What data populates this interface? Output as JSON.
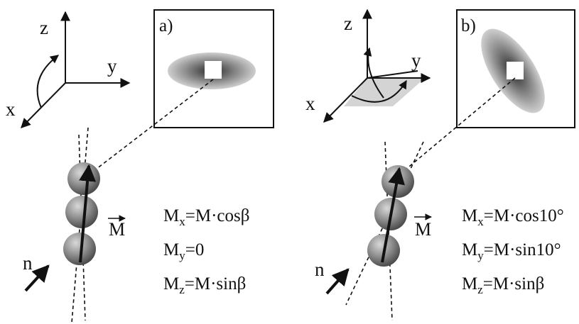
{
  "left": {
    "axes": {
      "x": "x",
      "y": "y",
      "z": "z"
    },
    "panel_label": "a)",
    "vector_label": "M",
    "n_label": "n",
    "equations": [
      {
        "lhs": "M",
        "sub": "x",
        "rhs": "=M·cosβ"
      },
      {
        "lhs": "M",
        "sub": "y",
        "rhs": "=0"
      },
      {
        "lhs": "M",
        "sub": "z",
        "rhs": "=M·sinβ"
      }
    ]
  },
  "right": {
    "axes": {
      "x": "x",
      "y": "y",
      "z": "z"
    },
    "panel_label": "b)",
    "vector_label": "M",
    "n_label": "n",
    "equations": [
      {
        "lhs": "M",
        "sub": "x",
        "rhs": "=M·cos10°"
      },
      {
        "lhs": "M",
        "sub": "y",
        "rhs": "=M·sin10°"
      },
      {
        "lhs": "M",
        "sub": "z",
        "rhs": "=M·sinβ"
      }
    ]
  }
}
